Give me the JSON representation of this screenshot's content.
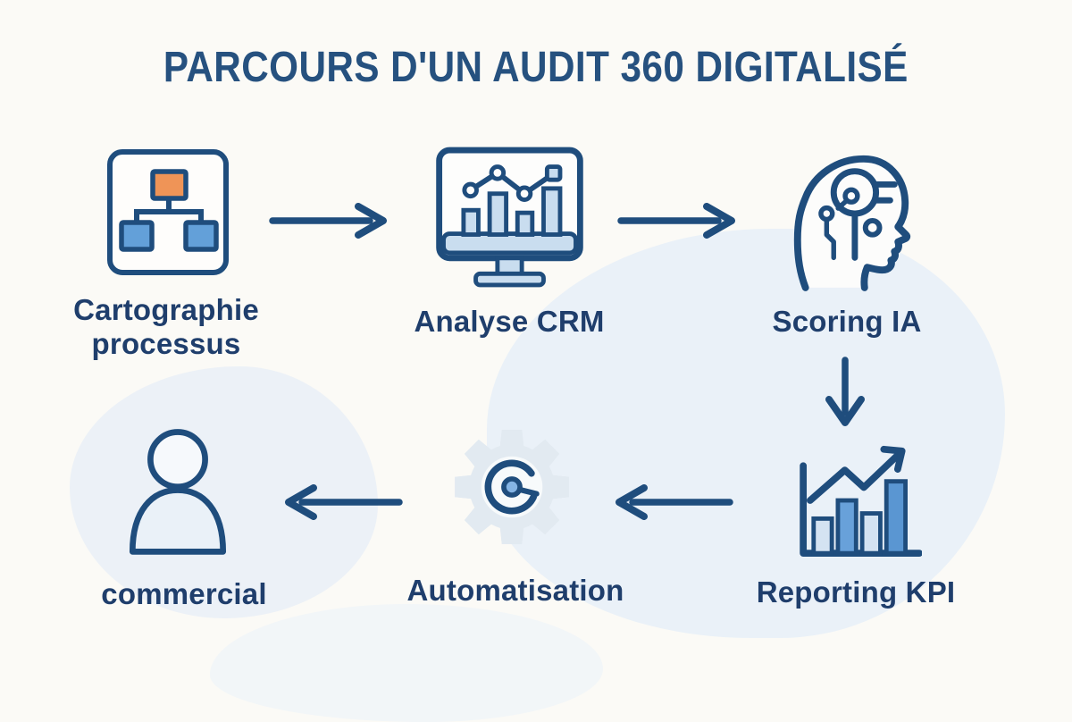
{
  "title": "PARCOURS D'UN AUDIT 360 DIGITALISÉ",
  "steps": [
    {
      "order": 1,
      "label": "Cartographie processus",
      "icon": "org-chart-icon"
    },
    {
      "order": 2,
      "label": "Analyse CRM",
      "icon": "monitor-analytics-icon"
    },
    {
      "order": 3,
      "label": "Scoring IA",
      "icon": "ai-head-icon"
    },
    {
      "order": 4,
      "label": "Reporting KPI",
      "icon": "kpi-bar-chart-icon"
    },
    {
      "order": 5,
      "label": "Automatisation",
      "icon": "gear-icon"
    },
    {
      "order": 6,
      "label": "commercial",
      "icon": "person-icon"
    }
  ],
  "arrows": [
    {
      "from": "Cartographie processus",
      "to": "Analyse CRM",
      "direction": "right"
    },
    {
      "from": "Analyse CRM",
      "to": "Scoring IA",
      "direction": "right"
    },
    {
      "from": "Scoring IA",
      "to": "Reporting KPI",
      "direction": "down"
    },
    {
      "from": "Reporting KPI",
      "to": "Automatisation",
      "direction": "left"
    },
    {
      "from": "Automatisation",
      "to": "commercial",
      "direction": "left"
    }
  ],
  "colors": {
    "background": "#fbfaf6",
    "ink_stroke": "#1f4d7d",
    "title_text": "#26517f",
    "label_text": "#1f3e6c",
    "accent_orange": "#ef9457",
    "medium_blue": "#639fd8",
    "light_blue_fill": "#cbdfF0",
    "pale_blob": "#eaf1f8"
  }
}
